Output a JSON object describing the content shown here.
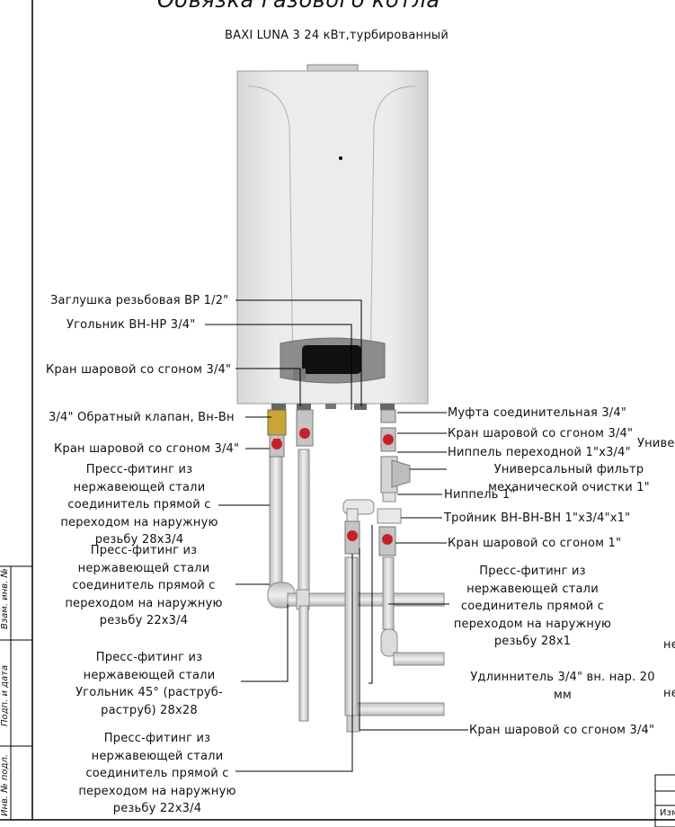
{
  "title": "Обвязка газового котла",
  "boiler": {
    "model": "BAXI LUNA 3 24 кВт,турбированный"
  },
  "labels": {
    "plug": "Заглушка резьбовая ВР 1/2\"",
    "elbow_vn_nr": "Угольник ВН-НР 3/4\"",
    "ball_valve_1": "Кран шаровой со сгоном 3/4\"",
    "check_valve": "3/4\" Обратный клапан, Вн-Вн",
    "ball_valve_2": "Кран шаровой со сгоном 3/4\"",
    "press_fit_28x3_4": "Пресс-фитинг из нержавеющей стали соединитель прямой с переходом на наружную резьбу 28х3/4",
    "press_fit_22x3_4_a": "Пресс-фитинг из нержавеющей стали соединитель прямой с переходом на наружную резьбу 22х3/4",
    "press_fit_elbow45": "Пресс-фитинг из нержавеющей стали Угольник 45° (раструб-раструб) 28х28",
    "press_fit_22x3_4_b": "Пресс-фитинг из нержавеющей стали соединитель прямой с переходом на наружную резьбу 22х3/4",
    "coupling": "Муфта соединительная 3/4\"",
    "ball_valve_3": "Кран шаровой со сгоном 3/4\"",
    "nipple_reducer": "Ниппель переходной 1\"х3/4\"",
    "filter": "Универсальный фильтр механической очистки 1\"",
    "nipple": "Ниппель 1\"",
    "tee": "Тройник ВН-ВН-ВН 1\"х3/4\"х1\"",
    "ball_valve_1in": "Кран шаровой со сгоном 1\"",
    "press_fit_28x1": "Пресс-фитинг из нержавеющей стали соединитель прямой с переходом на наружную резьбу 28х1",
    "extender": "Удлиннитель 3/4\" вн. нар. 20 мм",
    "ball_valve_4": "Кран шаровой со сгоном 3/4\""
  },
  "cutoff": {
    "right_1": "Униве",
    "right_2": "не",
    "right_3": "не",
    "stamp": "Изм"
  },
  "stamp_side": {
    "s1": "Взам. инв. №",
    "s2": "Подп. и дата",
    "s3": "Инв. № подл."
  },
  "colors": {
    "valve_red": "#c8202a",
    "brass": "#c9a43a",
    "pipe": "#d8d8d8",
    "boiler_body": "#e6e6e6"
  }
}
